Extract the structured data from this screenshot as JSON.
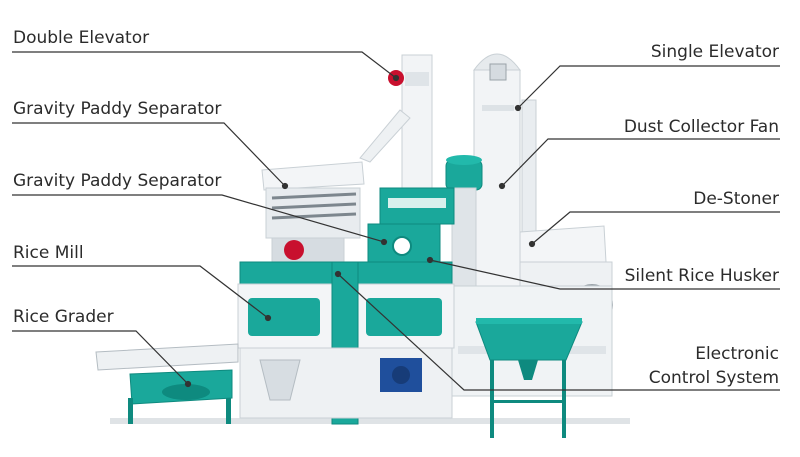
{
  "labels": {
    "double_elevator": "Double Elevator",
    "gravity_paddy_separator_1": "Gravity Paddy Separator",
    "gravity_paddy_separator_2": "Gravity Paddy Separator",
    "rice_mill": "Rice Mill",
    "rice_grader": "Rice Grader",
    "single_elevator": "Single Elevator",
    "dust_collector_fan": "Dust Collector Fan",
    "de_stoner": "De-Stoner",
    "silent_rice_husker": "Silent Rice Husker",
    "electronic_control_system_line1": "Electronic",
    "electronic_control_system_line2": "Control System"
  },
  "colors": {
    "teal": "#1aa89b",
    "teal_dark": "#0e8a7f",
    "metal": "#eef1f3",
    "metal_shade": "#c9d0d5",
    "red_wheel": "#c8102e",
    "motor_blue": "#1f4f9c",
    "leader_line": "#333333"
  }
}
